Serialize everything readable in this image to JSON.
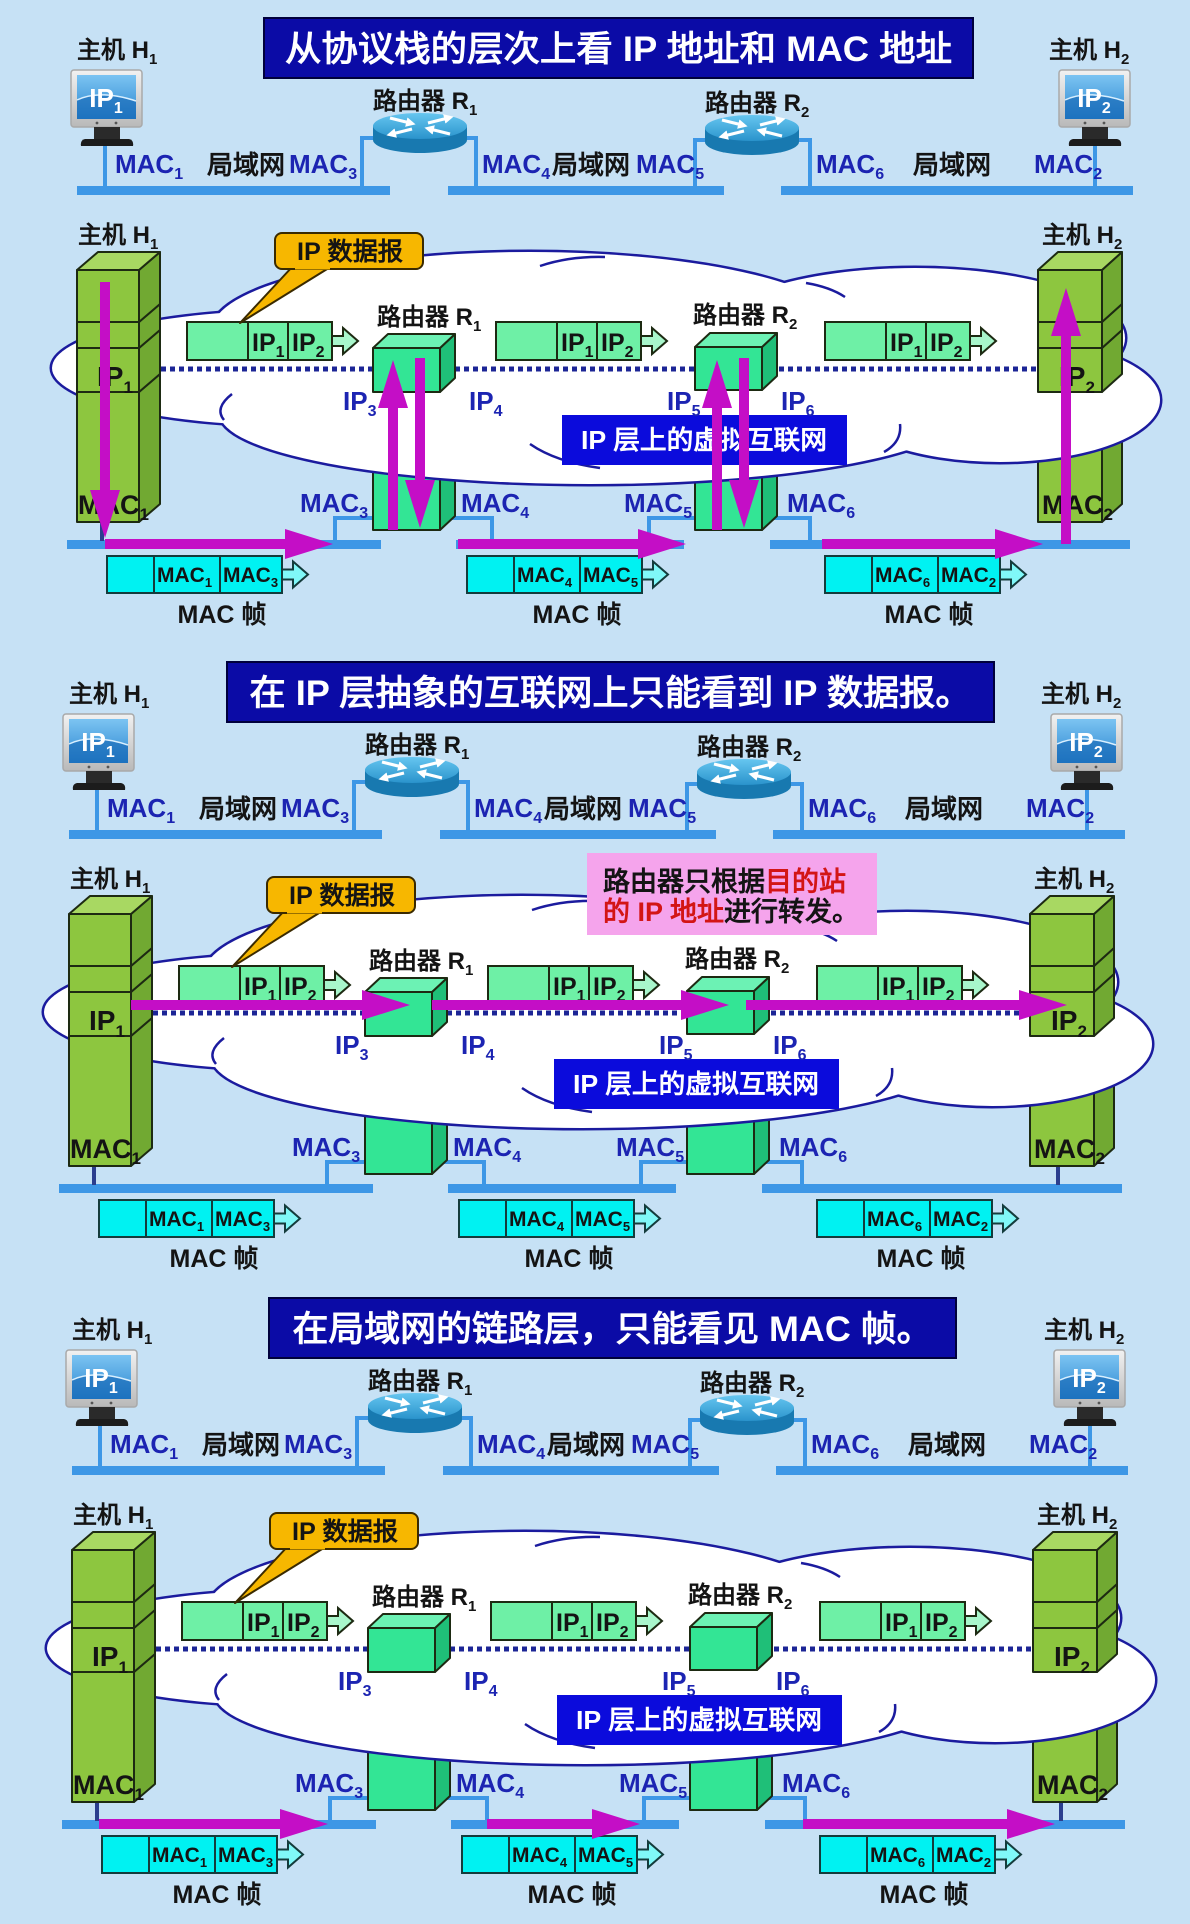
{
  "colors": {
    "background": "#c6e1f5",
    "title_background": "#0b0ba6",
    "title_border": "#00003c",
    "title_text": "#ffffff",
    "lan_link": "#3d97e6",
    "host_link": "#2b3e8e",
    "address_label": "#1c24b2",
    "text": "#141414",
    "flow_arrow": "#c40ec6",
    "ip_datagram": "#6ef0a6",
    "ip_datagram_arrow": "#a8f6cb",
    "mac_frame": "#00f2f2",
    "mac_frame_arrow": "#80f8f8",
    "router_front": "#33e595",
    "router_side": "#1fbf78",
    "router_top": "#6cf2b4",
    "host_front": "#8dc63f",
    "host_side": "#71a932",
    "host_top": "#a8d862",
    "outline": "#1d2a12",
    "callout": "#f7b700",
    "callout_border": "#3a2a00",
    "virtual_net_label": "#0b0bdc",
    "cloud_outline": "#1b1b9e",
    "cloud_fill": "#ffffff",
    "ip_dotted_line": "#1c2596",
    "note_background": "#f5a4ec",
    "note_highlight": "#d31515"
  },
  "hosts": [
    {
      "name": "主机 H",
      "name_sub": "1",
      "ip": {
        "base": "IP",
        "sub": "1"
      },
      "mac": {
        "base": "MAC",
        "sub": "1"
      }
    },
    {
      "name": "主机 H",
      "name_sub": "2",
      "ip": {
        "base": "IP",
        "sub": "2"
      },
      "mac": {
        "base": "MAC",
        "sub": "2"
      }
    }
  ],
  "routers": [
    {
      "name": "路由器 R",
      "name_sub": "1",
      "ip_left": {
        "base": "IP",
        "sub": "3"
      },
      "ip_right": {
        "base": "IP",
        "sub": "4"
      },
      "mac_left": {
        "base": "MAC",
        "sub": "3"
      },
      "mac_right": {
        "base": "MAC",
        "sub": "4"
      }
    },
    {
      "name": "路由器 R",
      "name_sub": "2",
      "ip_left": {
        "base": "IP",
        "sub": "5"
      },
      "ip_right": {
        "base": "IP",
        "sub": "6"
      },
      "mac_left": {
        "base": "MAC",
        "sub": "5"
      },
      "mac_right": {
        "base": "MAC",
        "sub": "6"
      }
    }
  ],
  "topology_labels": [
    {
      "type": "address",
      "base": "MAC",
      "sub": "1"
    },
    {
      "type": "lan",
      "text": "局域网"
    },
    {
      "type": "address",
      "base": "MAC",
      "sub": "3"
    },
    {
      "type": "address",
      "base": "MAC",
      "sub": "4"
    },
    {
      "type": "lan",
      "text": "局域网"
    },
    {
      "type": "address",
      "base": "MAC",
      "sub": "5"
    },
    {
      "type": "address",
      "base": "MAC",
      "sub": "6"
    },
    {
      "type": "lan",
      "text": "局域网"
    },
    {
      "type": "address",
      "base": "MAC",
      "sub": "2"
    }
  ],
  "labels": {
    "datagram_callout": "IP 数据报",
    "frame_caption": "MAC 帧",
    "virtual_internet": "IP 层上的虚拟互联网"
  },
  "datagrams": [
    {
      "src": {
        "base": "IP",
        "sub": "1"
      },
      "dst": {
        "base": "IP",
        "sub": "2"
      }
    },
    {
      "src": {
        "base": "IP",
        "sub": "1"
      },
      "dst": {
        "base": "IP",
        "sub": "2"
      }
    },
    {
      "src": {
        "base": "IP",
        "sub": "1"
      },
      "dst": {
        "base": "IP",
        "sub": "2"
      }
    }
  ],
  "frames": [
    {
      "src": {
        "base": "MAC",
        "sub": "1"
      },
      "dst": {
        "base": "MAC",
        "sub": "3"
      }
    },
    {
      "src": {
        "base": "MAC",
        "sub": "4"
      },
      "dst": {
        "base": "MAC",
        "sub": "5"
      }
    },
    {
      "src": {
        "base": "MAC",
        "sub": "6"
      },
      "dst": {
        "base": "MAC",
        "sub": "2"
      }
    }
  ],
  "panels": [
    {
      "id": "protocol-stack-view",
      "title": "从协议栈的层次上看 IP 地址和 MAC 地址",
      "flow": [
        "h1-down",
        "lan-1",
        "r1-up",
        "r1-down",
        "lan-2",
        "r2-up",
        "r2-down",
        "lan-3",
        "h2-up"
      ]
    },
    {
      "id": "ip-layer-view",
      "title": "在 IP 层抽象的互联网上只能看到 IP 数据报。",
      "flow": [
        "ip-h1-r1",
        "ip-r1-r2",
        "ip-r2-h2"
      ],
      "note": {
        "lines": [
          [
            {
              "text": "路由器只根据",
              "highlight": false
            },
            {
              "text": "目的站",
              "highlight": true
            }
          ],
          [
            {
              "text": "的 IP 地址",
              "highlight": true
            },
            {
              "text": "进行转发。",
              "highlight": false
            }
          ]
        ]
      }
    },
    {
      "id": "link-layer-view",
      "title": "在局域网的链路层，只能看见 MAC 帧。",
      "flow": [
        "lan-1",
        "lan-2",
        "lan-3"
      ]
    }
  ]
}
